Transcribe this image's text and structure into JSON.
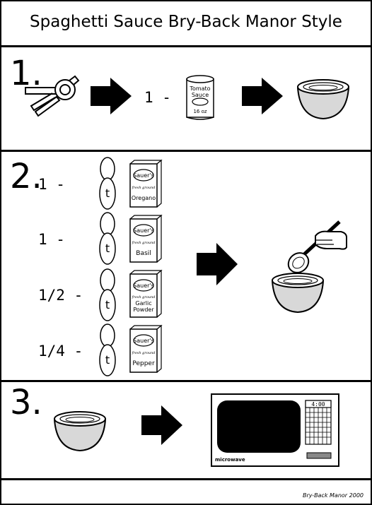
{
  "title": "Spaghetti Sauce Bry-Back Manor Style",
  "steps": {
    "s1": {
      "number": "1.",
      "amount": "1 -",
      "can_text": [
        "Tomato",
        "Sauce",
        "16 oz"
      ]
    },
    "s2": {
      "number": "2.",
      "spoon_letter": "t",
      "brand": "Sauer's",
      "brand_tag": "fresh ground",
      "spices": [
        {
          "amount": "1 -",
          "name": "Oregano"
        },
        {
          "amount": "1 -",
          "name": "Basil"
        },
        {
          "amount": "1/2 -",
          "name": "Garlic Powder"
        },
        {
          "amount": "1/4 -",
          "name": "Pepper"
        }
      ]
    },
    "s3": {
      "number": "3.",
      "microwave_label": "microwave",
      "timer": "4:00"
    }
  },
  "footer": "Bry-Back Manor 2000"
}
